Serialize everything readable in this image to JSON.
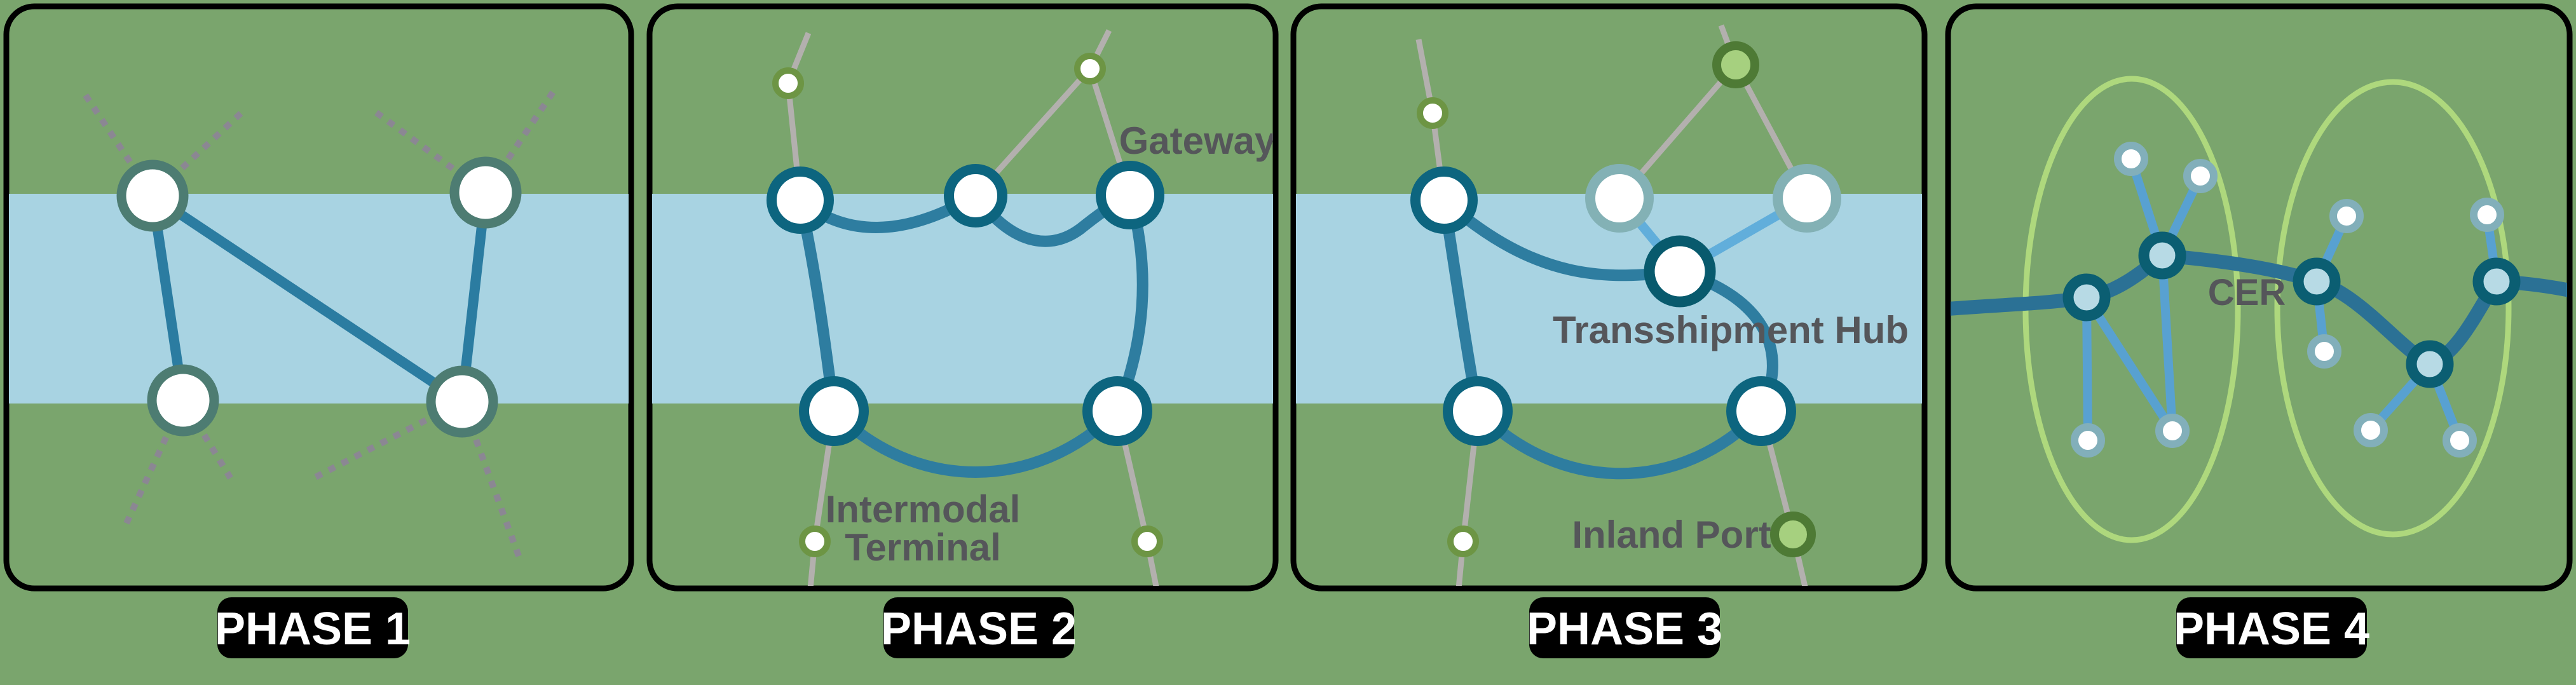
{
  "panels": [
    {
      "label": "PHASE 1"
    },
    {
      "label": "PHASE 2",
      "annotations": {
        "gateway": "Gateway",
        "intermodal_line1": "Intermodal",
        "intermodal_line2": "Terminal"
      }
    },
    {
      "label": "PHASE 3",
      "annotations": {
        "transshipment_hub": "Transshipment Hub",
        "inland_port": "Inland Port"
      }
    },
    {
      "label": "PHASE 4",
      "annotations": {
        "corridor": "CER"
      }
    }
  ],
  "colors": {
    "background_green": "#7aa56d",
    "river_blue": "#a8d3e2",
    "panel_border": "#000000",
    "phase_label_bg": "#000000",
    "phase_label_text": "#ffffff",
    "annotation_text": "#55565a",
    "port_network_line": "#2e7da0",
    "phase1_node_border": "#4d7c72",
    "core_node_border": "#0d657f",
    "hub_node_border": "#085a6d",
    "faded_node_border": "#83b1b5",
    "feeder_node_border": "#6d9544",
    "inland_node_fill": "#a6d07f",
    "inland_node_border": "#4e7a35",
    "hinterland_route_gray": "#b3b0ae",
    "dotted_ray_gray": "#8b8793",
    "new_link_blue": "#61aedb",
    "corridor_teal": "#2b7195",
    "cluster_hub_fill": "#b7dae5",
    "cluster_link_blue": "#58a1d1",
    "cluster_ellipse_green": "#aed87d"
  }
}
